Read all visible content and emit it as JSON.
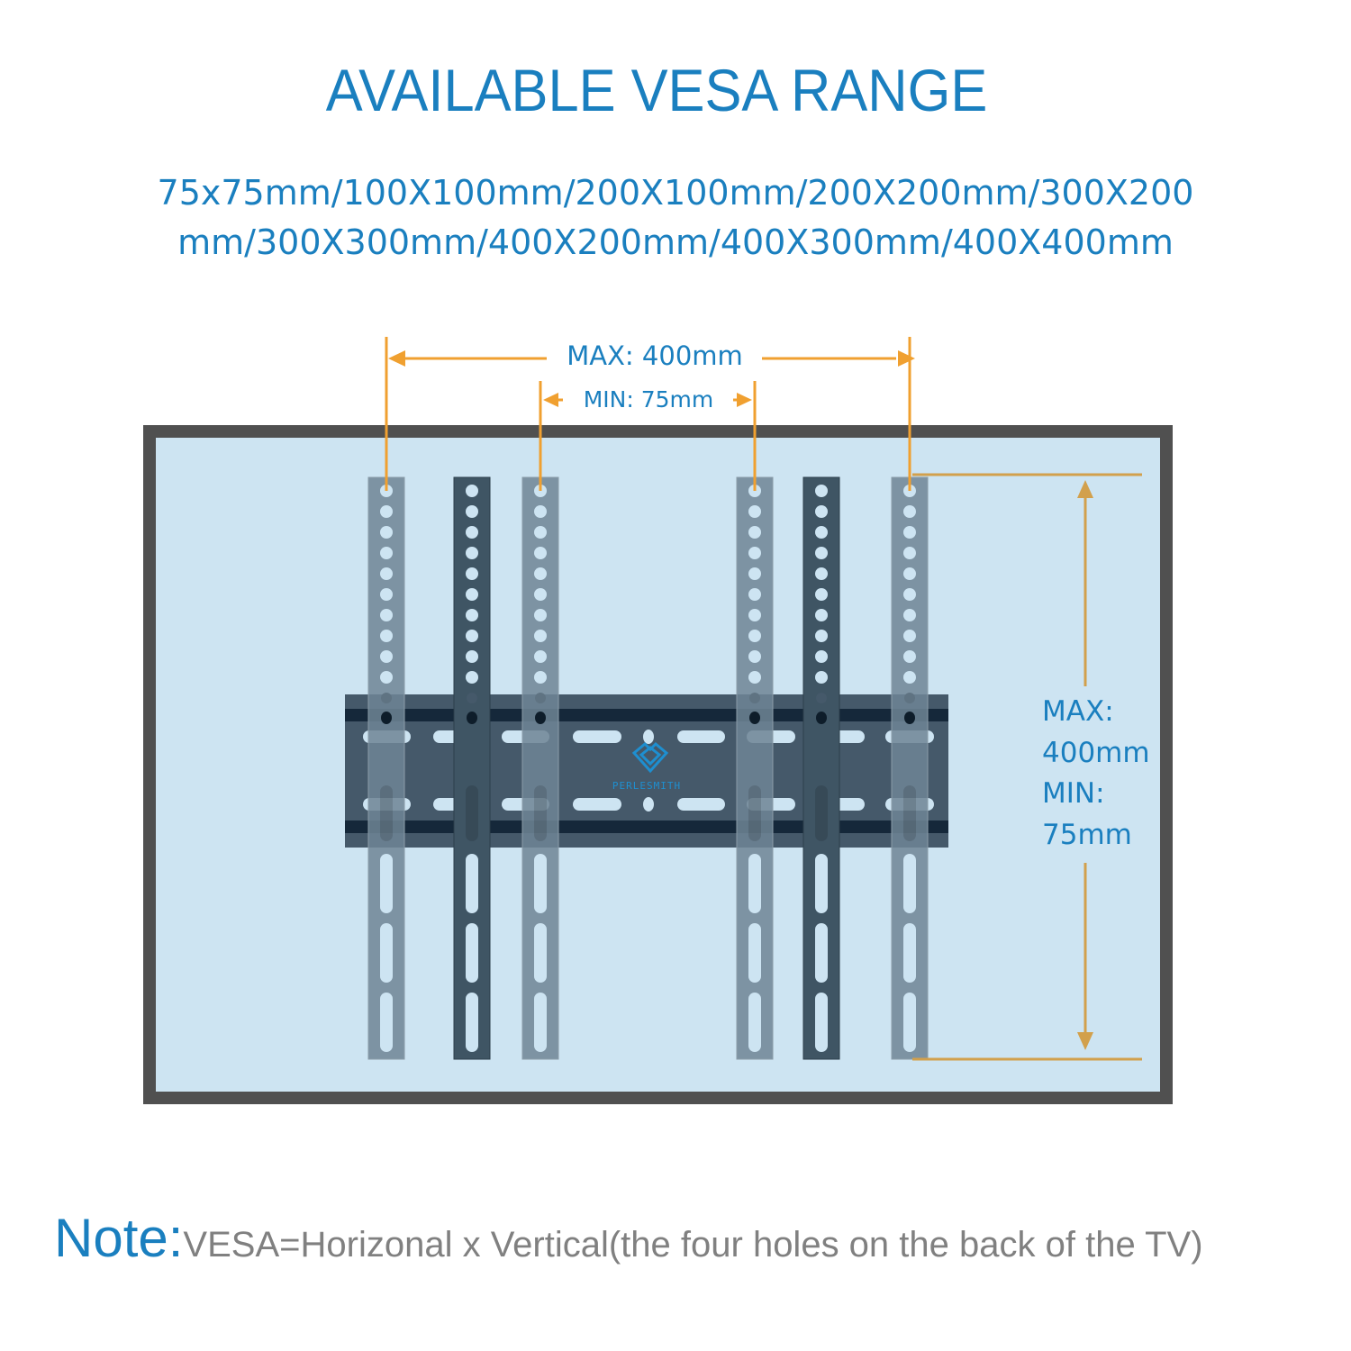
{
  "title": "AVAILABLE VESA RANGE",
  "vesa_sizes": {
    "line1": "75x75mm/100X100mm/200X100mm/200X200mm/300X200",
    "line2": "mm/300X300mm/400X200mm/400X300mm/400X400mm",
    "values": [
      "75x75mm",
      "100X100mm",
      "200X100mm",
      "200X200mm",
      "300X200mm",
      "300X300mm",
      "400X200mm",
      "400X300mm",
      "400X400mm"
    ]
  },
  "dimensions": {
    "horizontal_max": "MAX: 400mm",
    "horizontal_min": "MIN: 75mm",
    "vertical_max_label": "MAX:",
    "vertical_max_value": "400mm",
    "vertical_min_label": "MIN:",
    "vertical_min_value": "75mm"
  },
  "brand": {
    "name": "PERLESMITH",
    "icon": "diamond-heart-logo-icon"
  },
  "note": {
    "label": "Note:",
    "text": "VESA=Horizonal x Vertical(the four holes on the back of the TV)"
  },
  "colors": {
    "accent_blue": "#1a7fbf",
    "dimension_orange": "#f0a030",
    "dimension_gold": "#d2a04c",
    "tv_frame": "#505050",
    "tv_screen": "#cde4f2",
    "arm_light": "#7a8f9c",
    "arm_dark": "#3f5564",
    "plate": "#45596a",
    "note_gray": "#808080"
  }
}
